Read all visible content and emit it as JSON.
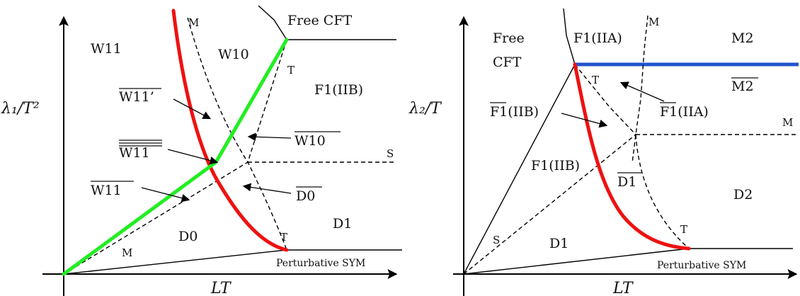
{
  "left_panel": {
    "y_axis_label": "λ₁/T²",
    "x_axis_label": "LT",
    "regions": {
      "w11": "W11",
      "w10": "W10",
      "free_cft": "Free CFT",
      "f1_iib": "F1(IIB)",
      "w11_prime_bar": "W11’",
      "w11_dbar": "W11",
      "w10_bar": "W10",
      "w11_bar": "W11",
      "d0_bar": "D0",
      "d0": "D0",
      "d1": "D1",
      "perturbative_sym": "Perturbative  SYM"
    },
    "points": {
      "m_top": "M",
      "m_bottom": "M",
      "t_top": "T",
      "t_bottom": "T",
      "s": "S"
    }
  },
  "right_panel": {
    "y_axis_label": "λ₂/T",
    "x_axis_label": "LT",
    "regions": {
      "free": "Free",
      "cft": "CFT",
      "f1_iia": "F1(IIA)",
      "m2": "M2",
      "m2_bar": "M2",
      "f1_iia_bar": "F1(IIA)",
      "f1_iib_bar": "F1(IIB)",
      "f1_iib": "F1(IIB)",
      "d1_bar": "D1",
      "d2": "D2",
      "d1": "D1",
      "perturbative_sym": "Perturbative SYM"
    },
    "points": {
      "m_top": "M",
      "m_right": "M",
      "t_top": "T",
      "t_bottom": "T",
      "s": "S"
    }
  },
  "colors": {
    "red_line": "#ee1111",
    "green_line": "#22ee22",
    "blue_line": "#2255cc"
  }
}
